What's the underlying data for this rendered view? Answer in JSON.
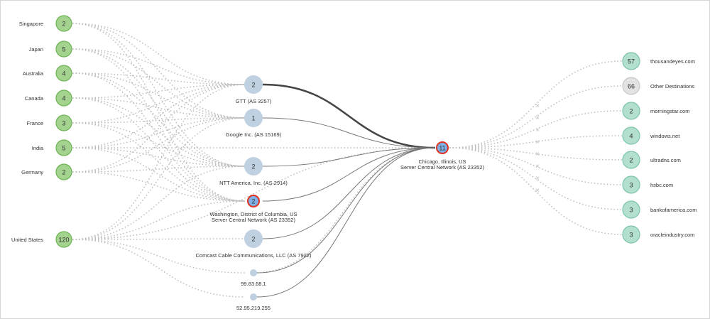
{
  "sources": [
    {
      "label": "Singapore",
      "count": "2"
    },
    {
      "label": "Japan",
      "count": "5"
    },
    {
      "label": "Australia",
      "count": "4"
    },
    {
      "label": "Canada",
      "count": "4"
    },
    {
      "label": "France",
      "count": "3"
    },
    {
      "label": "India",
      "count": "5"
    },
    {
      "label": "Germany",
      "count": "2"
    },
    {
      "label": "United States",
      "count": "120"
    }
  ],
  "hops": [
    {
      "label": "GTT (AS 3257)",
      "count": "2",
      "kind": "as"
    },
    {
      "label": "Google Inc. (AS 15169)",
      "count": "1",
      "kind": "as"
    },
    {
      "label": "NTT America, Inc. (AS 2914)",
      "count": "2",
      "kind": "as"
    },
    {
      "label": "Washington, District of Columbia, US",
      "label2": "Server Central Network (AS 23352)",
      "count": "2",
      "kind": "highlight"
    },
    {
      "label": "Comcast Cable Communications, LLC (AS 7922)",
      "count": "2",
      "kind": "as"
    },
    {
      "label": "99.83.68.1",
      "count": "",
      "kind": "ip"
    },
    {
      "label": "52.95.219.255",
      "count": "",
      "kind": "ip"
    }
  ],
  "hub": {
    "label": "Chicago, Illinois, US",
    "label2": "Server Central Network (AS 23352)",
    "count": "11"
  },
  "destinations": [
    {
      "label": "thousandeyes.com",
      "count": "57",
      "kind": "dest"
    },
    {
      "label": "Other Destinations",
      "count": "66",
      "kind": "other"
    },
    {
      "label": "morningstar.com",
      "count": "2",
      "kind": "dest"
    },
    {
      "label": "windows.net",
      "count": "4",
      "kind": "dest"
    },
    {
      "label": "ultradns.com",
      "count": "2",
      "kind": "dest"
    },
    {
      "label": "hsbc.com",
      "count": "3",
      "kind": "dest"
    },
    {
      "label": "bankofamerica.com",
      "count": "3",
      "kind": "dest"
    },
    {
      "label": "oracleindustry.com",
      "count": "3",
      "kind": "dest"
    }
  ],
  "colors": {
    "source": "#a3d38f",
    "sourceStroke": "#6bb552",
    "as": "#bfd0e0",
    "highlight": "#7fb0e8",
    "highlightStroke": "#e0321e",
    "dest": "#b3dfcf",
    "destStroke": "#7dc4a8",
    "other": "#e2e2e2",
    "otherStroke": "#c8c8c8"
  }
}
